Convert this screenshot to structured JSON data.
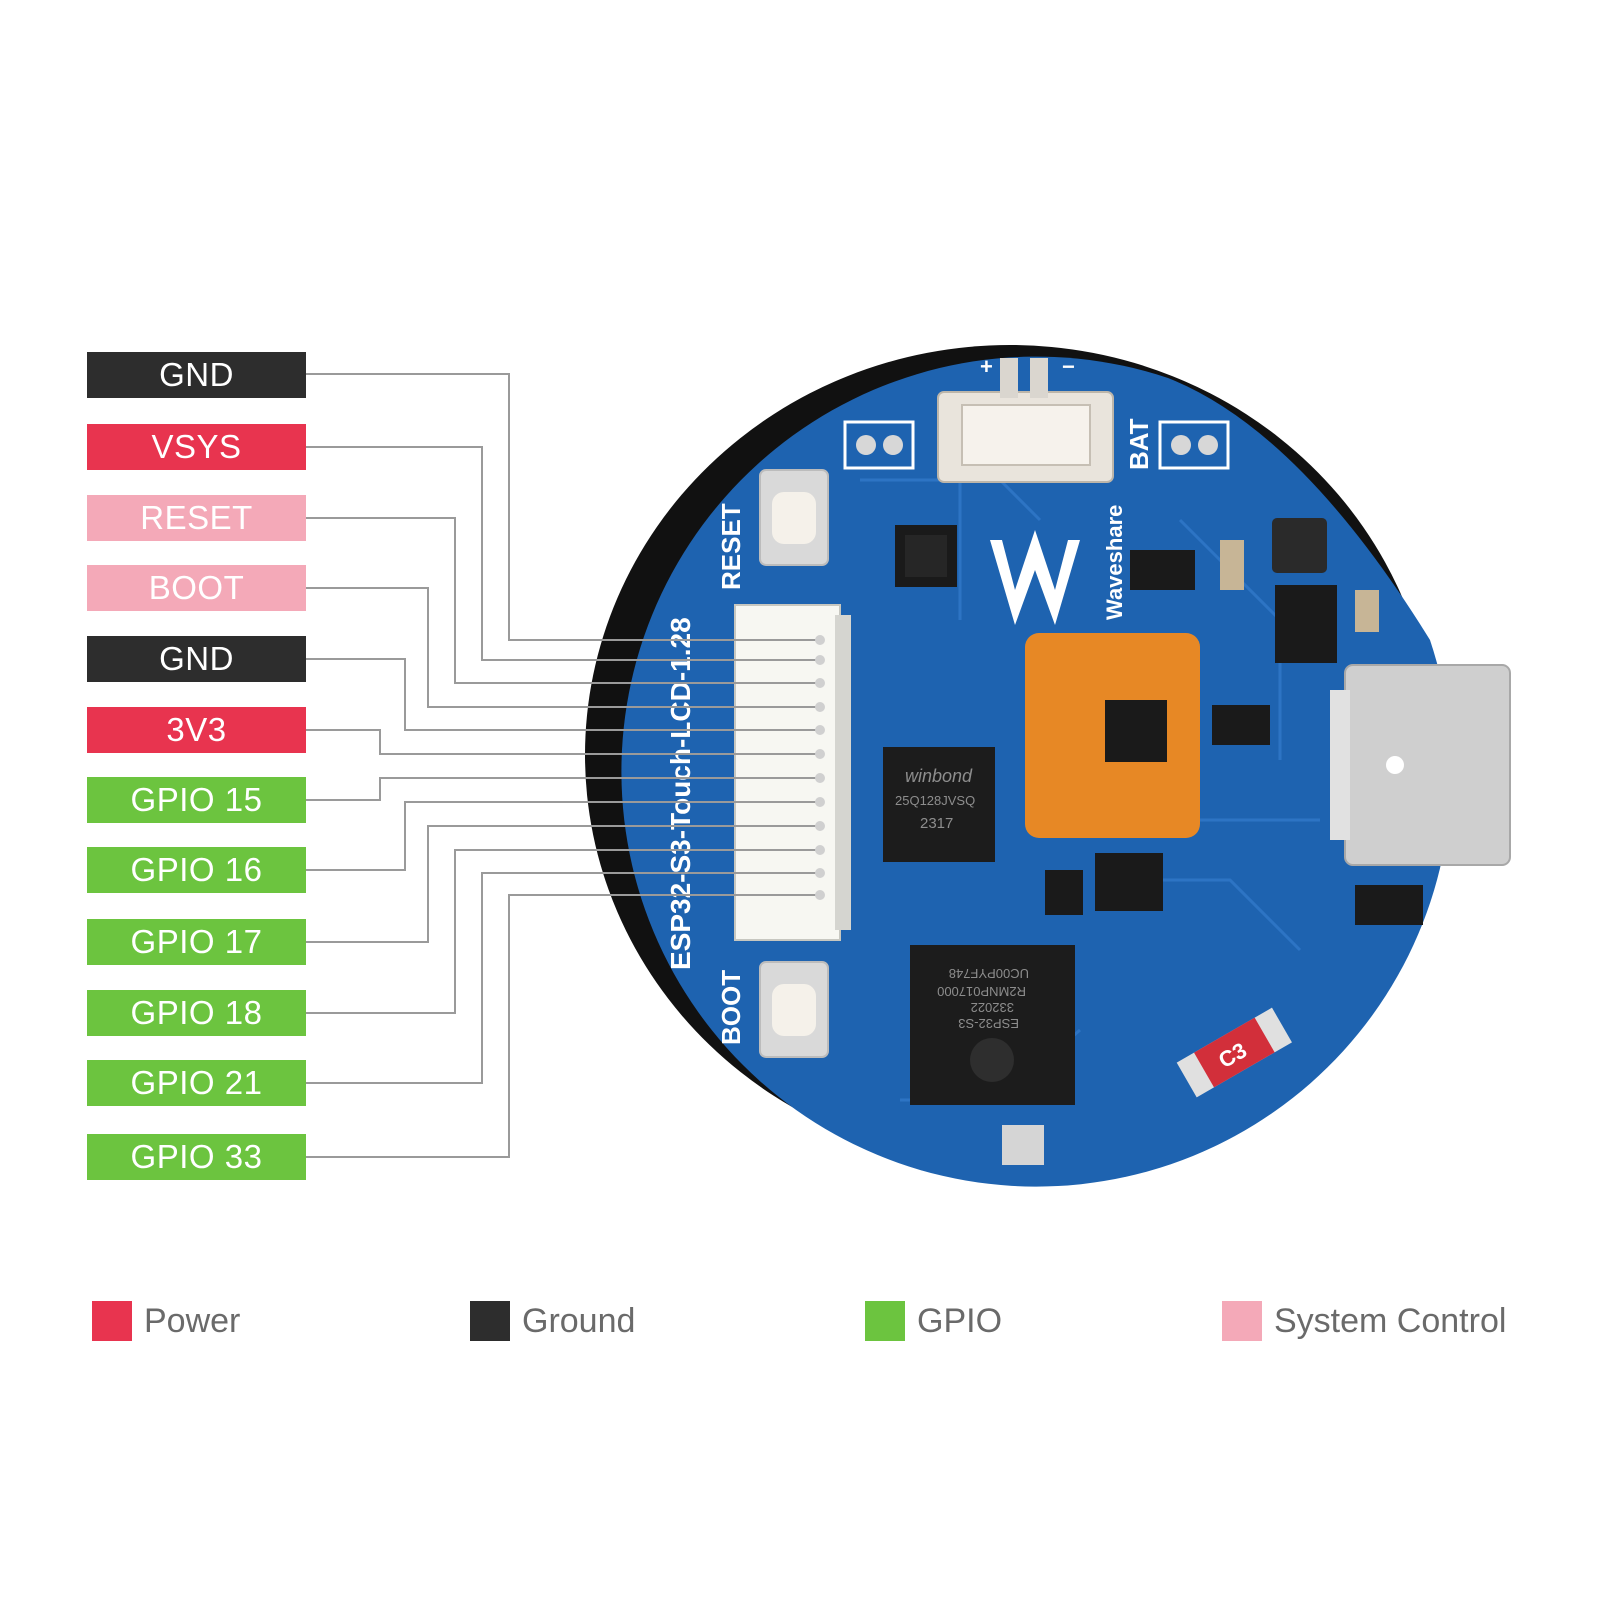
{
  "pins": [
    {
      "label": "GND",
      "type": "ground"
    },
    {
      "label": "VSYS",
      "type": "power"
    },
    {
      "label": "RESET",
      "type": "system"
    },
    {
      "label": "BOOT",
      "type": "system"
    },
    {
      "label": "GND",
      "type": "ground"
    },
    {
      "label": "3V3",
      "type": "power"
    },
    {
      "label": "GPIO 15",
      "type": "gpio"
    },
    {
      "label": "GPIO 16",
      "type": "gpio"
    },
    {
      "label": "GPIO 17",
      "type": "gpio"
    },
    {
      "label": "GPIO 18",
      "type": "gpio"
    },
    {
      "label": "GPIO 21",
      "type": "gpio"
    },
    {
      "label": "GPIO 33",
      "type": "gpio"
    }
  ],
  "legend": [
    {
      "label": "Power",
      "type": "power"
    },
    {
      "label": "Ground",
      "type": "ground"
    },
    {
      "label": "GPIO",
      "type": "gpio"
    },
    {
      "label": "System Control",
      "type": "system"
    }
  ],
  "colors": {
    "power": "#e8344f",
    "ground": "#2d2d2d",
    "gpio": "#6cc43f",
    "system": "#f4a9b8",
    "pcb": "#1e63b0",
    "leader_line": "#9a9a9a"
  },
  "board": {
    "name": "ESP32-S3-Touch-LCD-1.28",
    "brand": "Waveshare",
    "reset_label": "RESET",
    "boot_label": "BOOT",
    "bat_label": "BAT",
    "bat_plus": "+",
    "bat_minus": "−",
    "flash_brand": "winbond",
    "flash_part": "25Q128JVSQ",
    "flash_code": "2317",
    "soc_line1": "ESP32-S3",
    "soc_line2": "332022",
    "soc_line3": "R2MNP017000",
    "soc_line4": "UC00PYF748",
    "cap_label": "C3"
  }
}
